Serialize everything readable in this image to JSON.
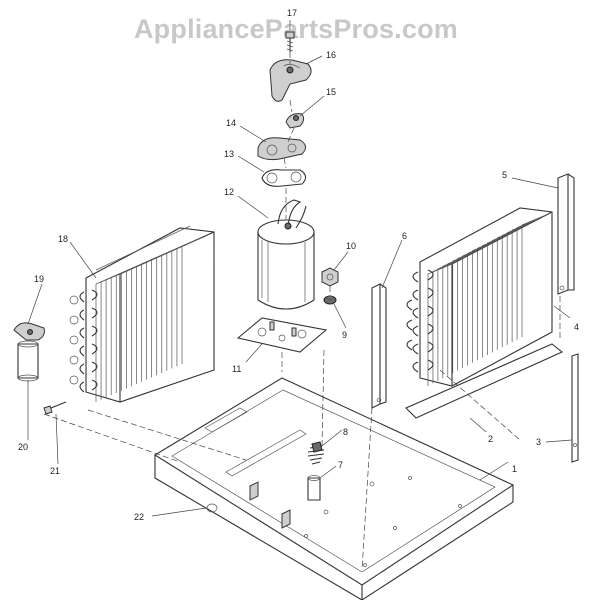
{
  "watermark": "AppliancePartsPros.com",
  "callouts": {
    "p1": "1",
    "p2": "2",
    "p3": "3",
    "p4": "4",
    "p5": "5",
    "p6": "6",
    "p7": "7",
    "p8": "8",
    "p9": "9",
    "p10": "10",
    "p11": "11",
    "p12": "12",
    "p13": "13",
    "p14": "14",
    "p15": "15",
    "p16": "16",
    "p17": "17",
    "p18": "18",
    "p19": "19",
    "p20": "20",
    "p21": "21",
    "p22": "22"
  }
}
